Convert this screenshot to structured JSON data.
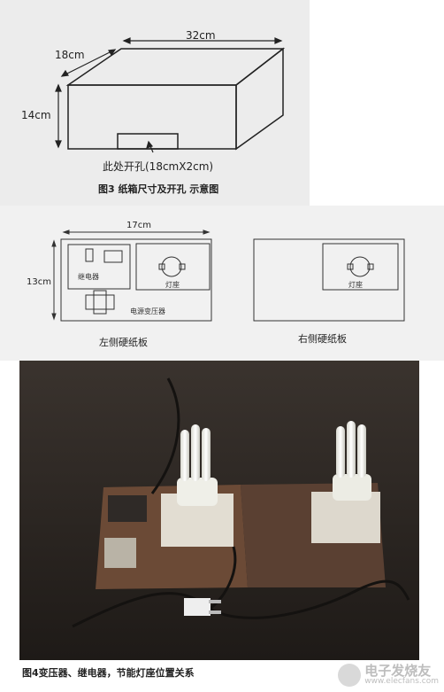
{
  "figure3": {
    "dim_width": "32cm",
    "dim_depth": "18cm",
    "dim_height": "14cm",
    "hole_label": "此处开孔(18cmX2cm)",
    "caption": "图3 纸箱尺寸及开孔 示意图"
  },
  "boards": {
    "left": {
      "dim_width": "17cm",
      "dim_height": "13cm",
      "relay_label": "继电器",
      "lamp_label": "灯座",
      "transformer_label": "电源变压器",
      "title": "左侧硬纸板"
    },
    "right": {
      "lamp_label": "灯座",
      "title": "右侧硬纸板"
    }
  },
  "figure4": {
    "caption": "图4变压器、继电器，节能灯座位置关系"
  },
  "watermark": {
    "brand": "电子发烧友",
    "url": "www.elecfans.com"
  }
}
